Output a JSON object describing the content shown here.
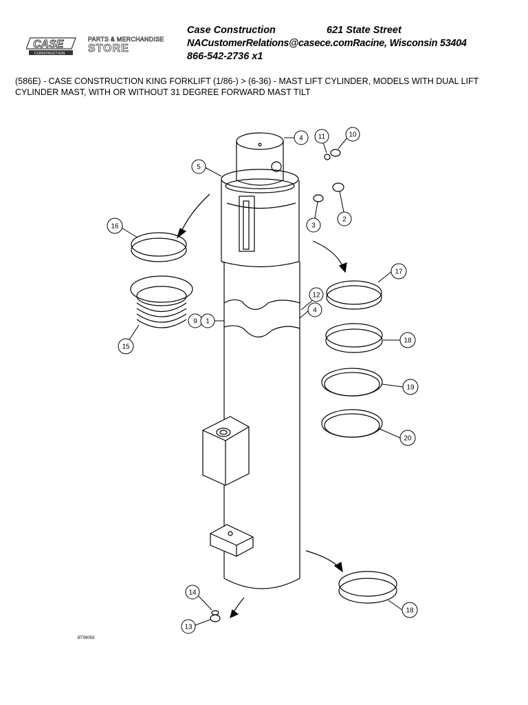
{
  "header": {
    "company": "Case Construction",
    "street": "621 State Street",
    "email_city": "NACustomerRelations@casece.comRacine, Wisconsin 53404",
    "phone": "866-542-2736 x1"
  },
  "logo": {
    "brand": "CASE",
    "sub": "CONSTRUCTION",
    "store_line1": "PARTS & MERCHANDISE",
    "store_line2": "STORE"
  },
  "title": "(586E) - CASE CONSTRUCTION KING FORKLIFT (1/86-) > (6-36) - MAST LIFT CYLINDER, MODELS WITH DUAL LIFT CYLINDER MAST, WITH OR WITHOUT 31 DEGREE FORWARD MAST TILT",
  "callouts": [
    {
      "id": "c4a",
      "label": "4"
    },
    {
      "id": "c11",
      "label": "11"
    },
    {
      "id": "c10",
      "label": "10"
    },
    {
      "id": "c5",
      "label": "5"
    },
    {
      "id": "c2",
      "label": "2"
    },
    {
      "id": "c3",
      "label": "3"
    },
    {
      "id": "c16",
      "label": "16"
    },
    {
      "id": "c17",
      "label": "17"
    },
    {
      "id": "c12",
      "label": "12"
    },
    {
      "id": "c4b",
      "label": "4"
    },
    {
      "id": "c9",
      "label": "9"
    },
    {
      "id": "c1",
      "label": "1"
    },
    {
      "id": "c18a",
      "label": "18"
    },
    {
      "id": "c15",
      "label": "15"
    },
    {
      "id": "c19",
      "label": "19"
    },
    {
      "id": "c20",
      "label": "20"
    },
    {
      "id": "c14",
      "label": "14"
    },
    {
      "id": "c18b",
      "label": "18"
    },
    {
      "id": "c13",
      "label": "13"
    }
  ],
  "drawing_code": "BT99059"
}
